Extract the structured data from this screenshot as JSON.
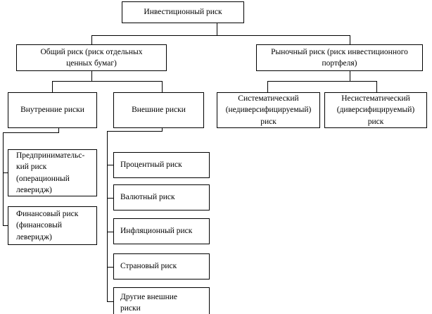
{
  "diagram": {
    "title": "Инвестиционный риск",
    "type": "hierarchy-tree",
    "language": "ru"
  },
  "nodes": {
    "root": "Инвестиционный риск",
    "level2": [
      "Общий риск (риск отдельных\nценных бумаг)",
      "Рыночный риск (риск инвестиционного\nпортфеля)"
    ],
    "level3_left": [
      "Внутренние риски",
      "Внешние риски"
    ],
    "level3_right": [
      "Систематический\n(недиверсифицируемый)\nриск",
      "Несистематический\n(диверсифицируемый)\nриск"
    ],
    "internal_risks": [
      "Предпринимательс-\nкий риск\n(операционный\nлеверидж)",
      "Финансовый риск\n(финансовый\nлеверидж)"
    ],
    "external_risks": [
      "Процентный риск",
      "Валютный риск",
      "Инфляционный риск",
      "Страновый риск",
      "Другие внешние\nриски"
    ]
  },
  "style": {
    "line_color": "#000000",
    "box_fill": "#ffffff",
    "text_color": "#000000"
  }
}
